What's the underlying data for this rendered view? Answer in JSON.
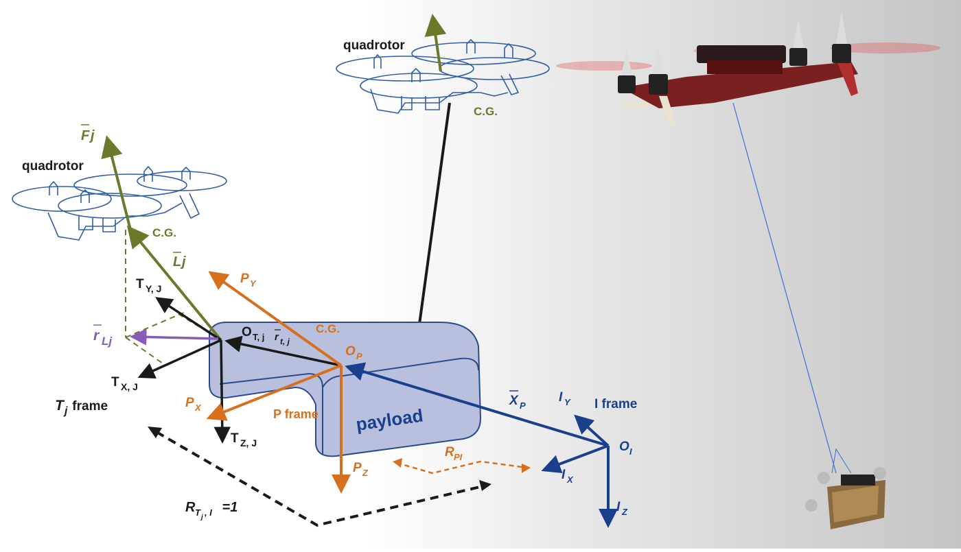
{
  "colors": {
    "olive": "#6b7a2a",
    "orange": "#d86f1c",
    "navy": "#1a3f8c",
    "black": "#1a1a1a",
    "purple": "#8a5bb5",
    "payload_fill": "#b8c0dd",
    "payload_stroke": "#2a4a90",
    "drone_stroke": "#2f5fa8",
    "bg_gradient_start": "#ffffff",
    "bg_gradient_end": "#c9c9c9"
  },
  "labels": {
    "quadrotor_left": "quadrotor",
    "quadrotor_top": "quadrotor",
    "cg_left": "C.G.",
    "cg_top": "C.G.",
    "cg_payload": "C.G.",
    "Fj": "F",
    "Fj_sub": "j",
    "Lj": "L",
    "Lj_sub": "j",
    "rLj": "r",
    "rLj_sub": "Lj",
    "TYJ": "T",
    "TYJ_sub": "Y, J",
    "TXJ": "T",
    "TXJ_sub": "X, J",
    "TZJ": "T",
    "TZJ_sub": "Z, J",
    "Tj_frame_T": "T",
    "Tj_frame_sub": "j",
    "Tj_frame_word": " frame",
    "OTj": "O",
    "OTj_sub": "T, j",
    "rtj": "r",
    "rtj_sub": "t, j",
    "PY": "P",
    "PY_sub": "Y",
    "PX": "P",
    "PX_sub": "X",
    "PZ": "P",
    "PZ_sub": "Z",
    "OP": "O",
    "OP_sub": "P",
    "P_frame": "P frame",
    "payload": "payload",
    "XP": "X",
    "XP_sub": "P",
    "IY": "I",
    "IY_sub": "Y",
    "IX": "I",
    "IX_sub": "X",
    "IZ": "I",
    "IZ_sub": "Z",
    "I_frame": "I frame",
    "OI": "O",
    "OI_sub": "I",
    "RPI": "R",
    "RPI_sub": "PI",
    "RTjI": "R",
    "RTjI_sub": "T",
    "RTjI_subsub": "j",
    "RTjI_sub2": ", I",
    "RTjI_eq": " =1"
  }
}
